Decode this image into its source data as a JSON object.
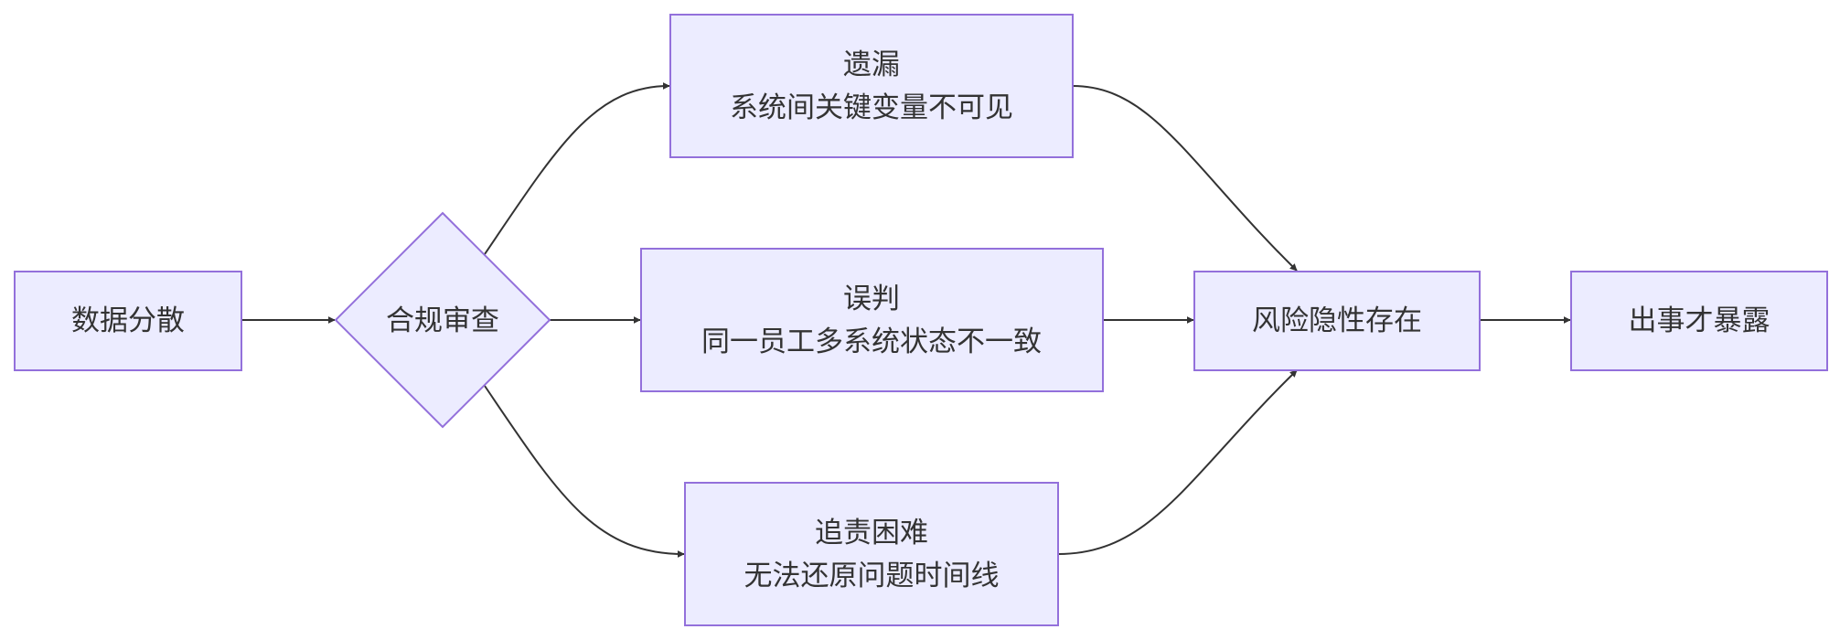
{
  "nodes": {
    "scattered": {
      "label": "数据分散"
    },
    "audit": {
      "label": "合规审查"
    },
    "omission": {
      "title": "遗漏",
      "desc": "系统间关键变量不可见"
    },
    "misjudge": {
      "title": "误判",
      "desc": "同一员工多系统状态不一致"
    },
    "accountability": {
      "title": "追责困难",
      "desc": "无法还原问题时间线"
    },
    "hidden_risk": {
      "label": "风险隐性存在"
    },
    "exposed": {
      "label": "出事才暴露"
    }
  },
  "colors": {
    "node_fill": "#ECECFF",
    "node_stroke": "#9370DB",
    "edge": "#333333",
    "text": "#333333"
  }
}
